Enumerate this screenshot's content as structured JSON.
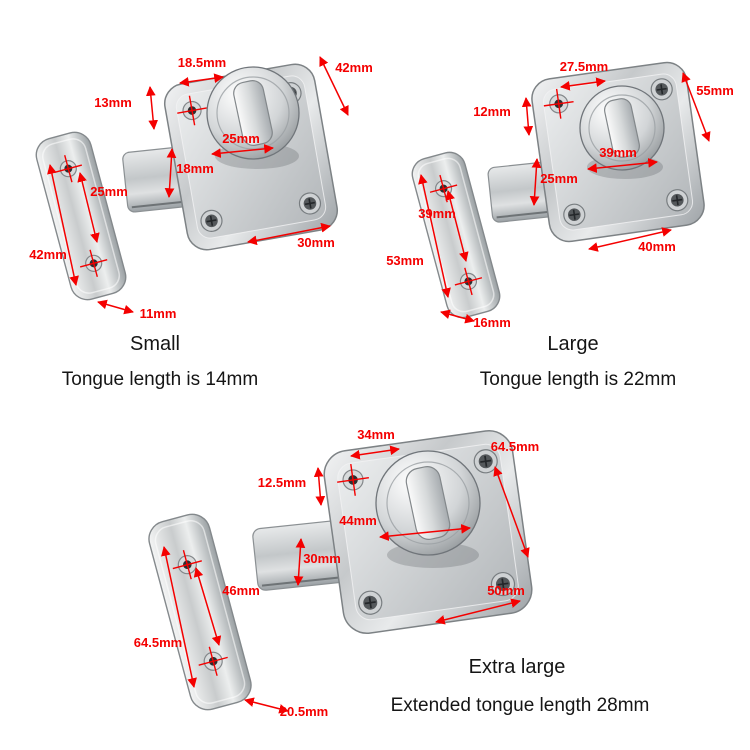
{
  "colors": {
    "annotation": "#f40000",
    "caption_text": "#151515",
    "background": "#ffffff"
  },
  "products": [
    {
      "name": "small",
      "caption": "Small",
      "tongue_note": "Tongue length is 14mm",
      "dims": {
        "screw_span": "18.5mm",
        "body_height": "42mm",
        "screw_offset": "13mm",
        "knob_width": "25mm",
        "tongue_width": "18mm",
        "plate_hole_span": "25mm",
        "body_width": "30mm",
        "plate_length": "42mm",
        "plate_width": "11mm"
      }
    },
    {
      "name": "large",
      "caption": "Large",
      "tongue_note": "Tongue length is 22mm",
      "dims": {
        "screw_span": "27.5mm",
        "body_height": "55mm",
        "screw_offset": "12mm",
        "knob_width": "39mm",
        "tongue_width": "25mm",
        "plate_hole_span": "39mm",
        "body_width": "40mm",
        "plate_length": "53mm",
        "plate_width": "16mm"
      }
    },
    {
      "name": "extra_large",
      "caption": "Extra large",
      "tongue_note": "Extended tongue length 28mm",
      "dims": {
        "screw_span": "34mm",
        "body_height": "64.5mm",
        "screw_offset": "12.5mm",
        "knob_width": "44mm",
        "tongue_width": "30mm",
        "plate_hole_span": "46mm",
        "body_width": "50mm",
        "plate_length": "64.5mm",
        "plate_width": "20.5mm"
      }
    }
  ]
}
